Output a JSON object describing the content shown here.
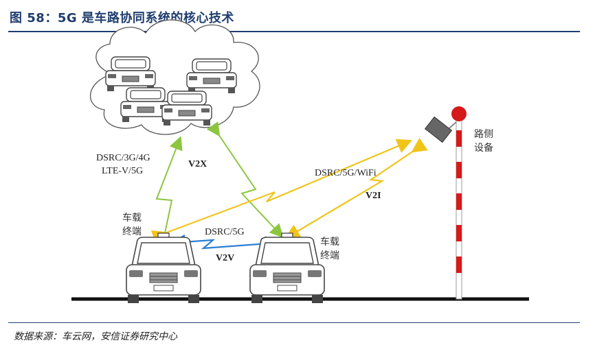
{
  "title": "图 58：5G 是车路协同系统的核心技术",
  "source": "数据来源：车云网，安信证券研究中心",
  "diagram": {
    "left_link_line1": "DSRC/3G/4G",
    "left_link_line2": "LTE-V/5G",
    "v2x": "V2X",
    "v2v": "V2V",
    "v2v_tech": "DSRC/5G",
    "v2i": "V2I",
    "v2i_tech": "DSRC/5G/WiFi",
    "terminal_left_line1": "车载",
    "terminal_left_line2": "终端",
    "terminal_right_line1": "车载",
    "terminal_right_line2": "终端",
    "roadside_line1": "路侧",
    "roadside_line2": "设备"
  },
  "colors": {
    "title_blue": "#1f3d6e",
    "green_link": "#8cc63f",
    "yellow_link": "#f0c419",
    "blue_link": "#2a7fd4",
    "pole_red": "#d41a1a"
  }
}
